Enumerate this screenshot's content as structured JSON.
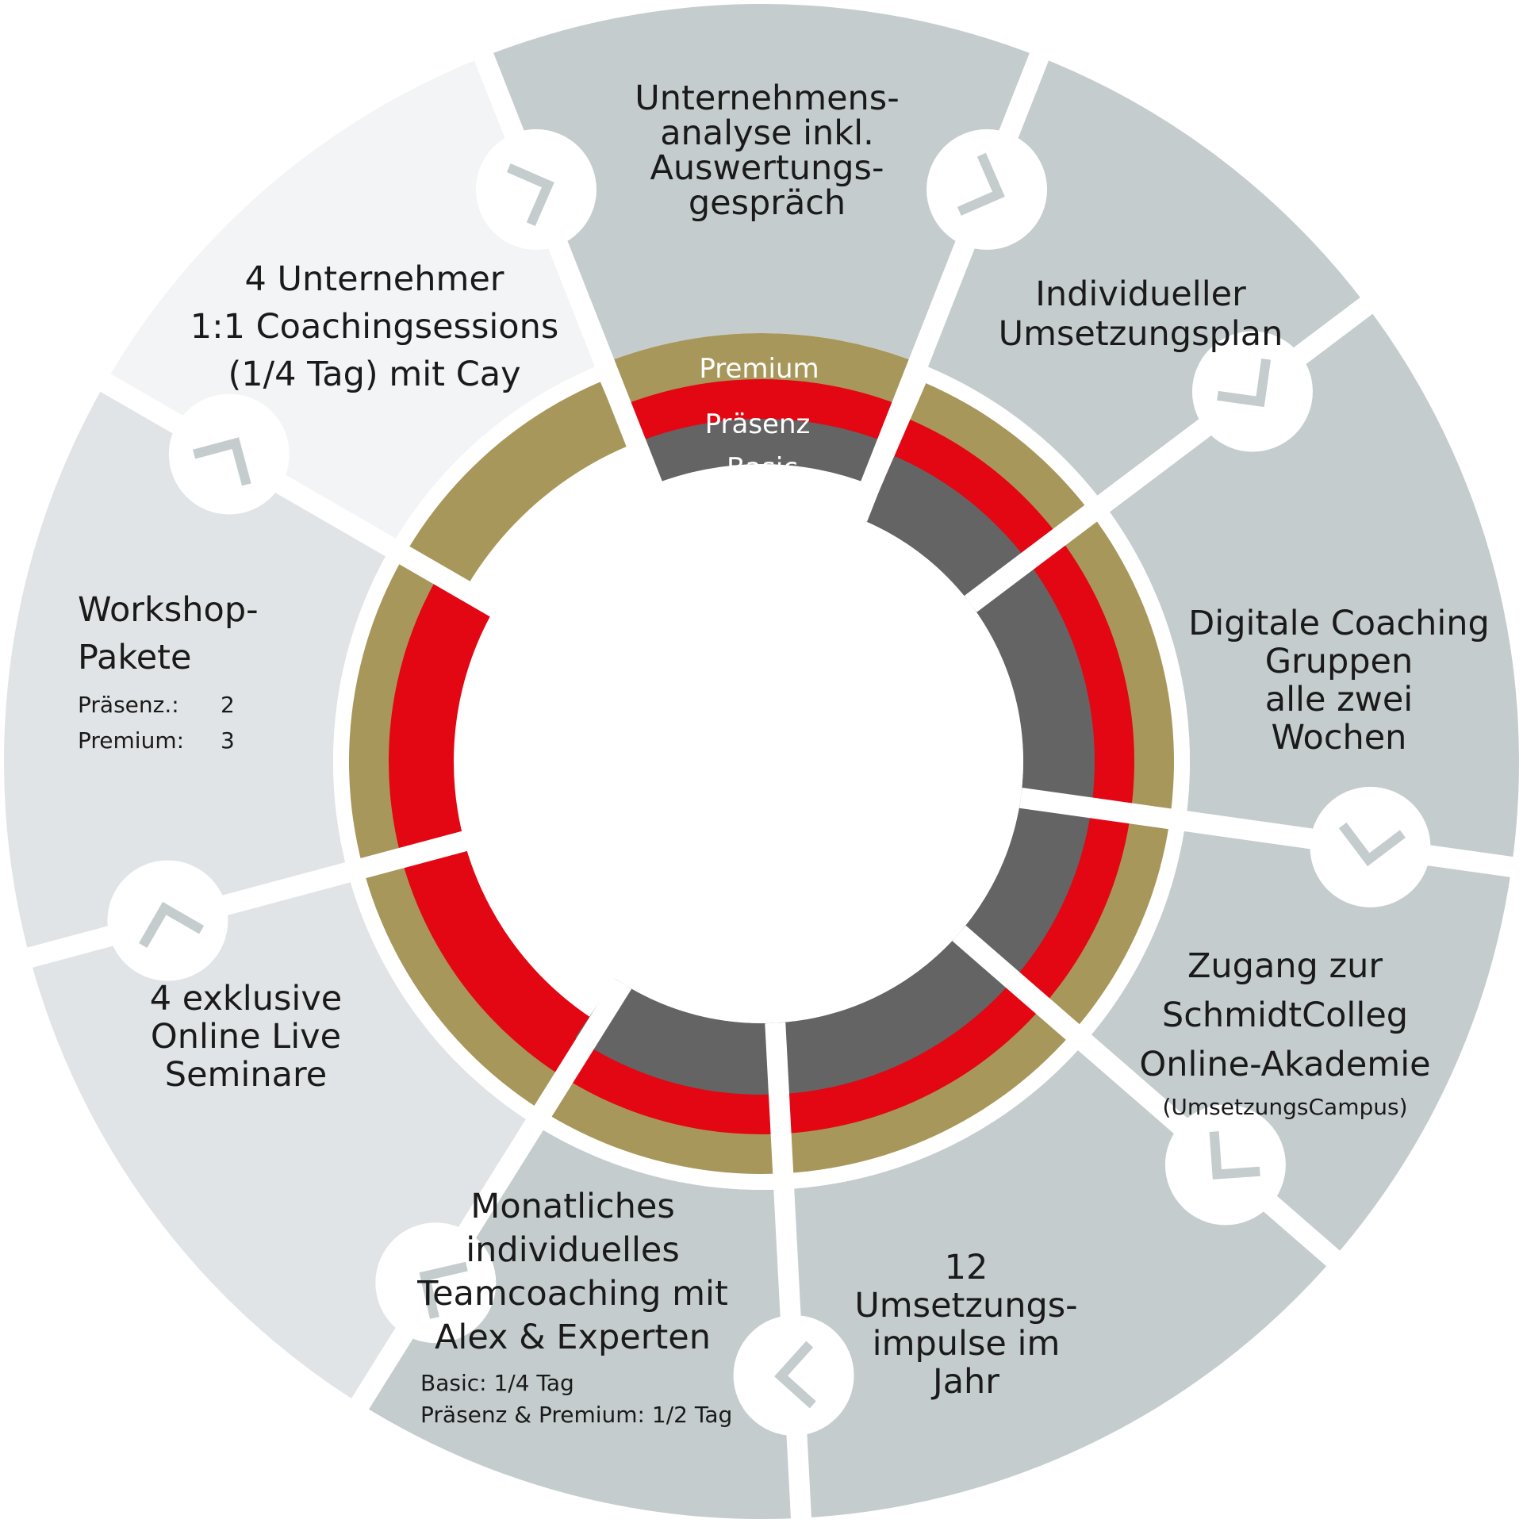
{
  "colors": {
    "premium": "#a8975a",
    "praesenz": "#e30613",
    "basic": "#646464",
    "segment_dark": "#c5ccce",
    "segment_light": "#e1e4e6",
    "segment_lightest": "#f3f4f5",
    "chevron": "#c5ccce",
    "text": "#1a1a1a",
    "tier_text": "#ffffff"
  },
  "tiers": {
    "premium": "Premium",
    "praesenz": "Präsenz",
    "basic": "Basic"
  },
  "segments": [
    {
      "id": "unternehmensanalyse",
      "shade": "dark",
      "lines": [
        "Unternehmens-",
        "analyse inkl.",
        "Auswertungs-",
        "gespräch"
      ],
      "notes": []
    },
    {
      "id": "umsetzungsplan",
      "shade": "dark",
      "lines": [
        "Individueller",
        "Umsetzungsplan"
      ],
      "notes": []
    },
    {
      "id": "digitale-coaching-gruppen",
      "shade": "dark",
      "lines": [
        "Digitale Coaching",
        "Gruppen",
        "alle zwei",
        "Wochen"
      ],
      "notes": []
    },
    {
      "id": "online-akademie",
      "shade": "dark",
      "lines": [
        "Zugang zur",
        "SchmidtColleg",
        "Online-Akademie"
      ],
      "notes": [
        "(UmsetzungsCampus)"
      ]
    },
    {
      "id": "umsetzungsimpulse",
      "shade": "dark",
      "lines": [
        "12",
        "Umsetzungs-",
        "impulse im",
        "Jahr"
      ],
      "notes": []
    },
    {
      "id": "teamcoaching",
      "shade": "dark",
      "lines": [
        "Monatliches",
        "individuelles",
        "Teamcoaching mit",
        "Alex & Experten"
      ],
      "notes": [
        "Basic: 1/4 Tag",
        "Präsenz & Premium: 1/2 Tag"
      ]
    },
    {
      "id": "online-live-seminare",
      "shade": "light",
      "lines": [
        "4 exklusive",
        "Online Live",
        "Seminare"
      ],
      "notes": []
    },
    {
      "id": "workshop-pakete",
      "shade": "light",
      "lines": [
        "Workshop-",
        "Pakete"
      ],
      "notes": [],
      "note_rows": [
        [
          "Präsenz.:",
          "2"
        ],
        [
          "Premium:",
          "3"
        ]
      ]
    },
    {
      "id": "unternehmer-coachingsessions",
      "shade": "lightest",
      "lines": [
        "4 Unternehmer",
        "1:1 Coachingsessions",
        "(1/4 Tag) mit Cay"
      ],
      "notes": []
    }
  ]
}
